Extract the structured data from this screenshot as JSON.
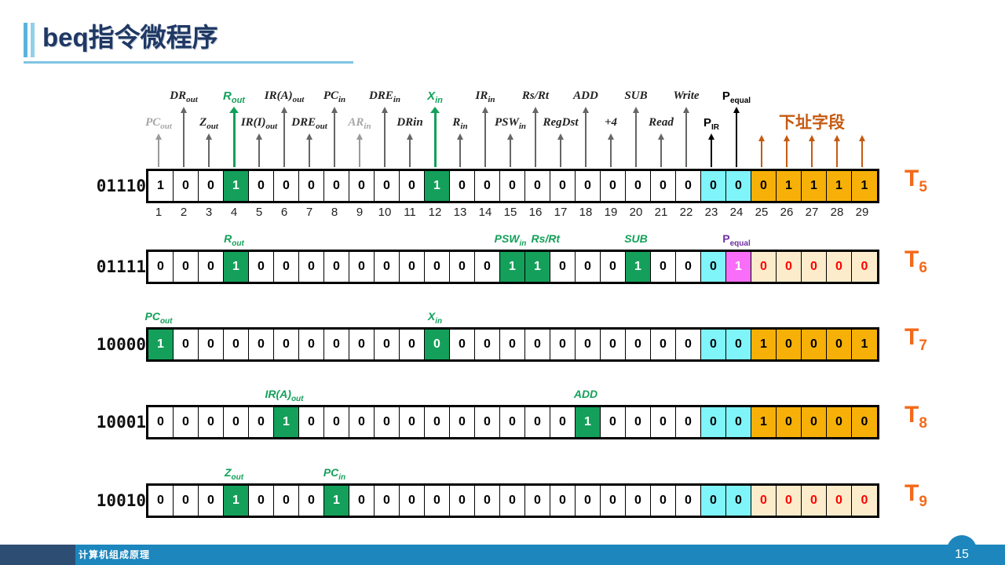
{
  "slide": {
    "title": "beq指令微程序",
    "footer_text": "计算机组成原理",
    "page_number": "15",
    "next_address_field_label": "下址字段"
  },
  "colors": {
    "title": "#1f3864",
    "accent_blue": "#5bb3dd",
    "green": "#14a05a",
    "orange_cell": "#f7b007",
    "cream_cell": "#fdeccb",
    "cyan_cell": "#7ff4f9",
    "magenta_cell": "#f86ef8",
    "t_label": "#f4691a",
    "next_addr": "#c55a11",
    "footer_bar": "#1c86bd",
    "footer_dark": "#2e4d73"
  },
  "header": {
    "top_labels": [
      {
        "text": "DR",
        "sub": "out",
        "col": 2,
        "style": "normal"
      },
      {
        "text": "R",
        "sub": "out",
        "col": 4,
        "style": "green"
      },
      {
        "text": "IR(A)",
        "sub": "out",
        "col": 6,
        "style": "normal"
      },
      {
        "text": "PC",
        "sub": "in",
        "col": 8,
        "style": "normal"
      },
      {
        "text": "DRE",
        "sub": "in",
        "col": 10,
        "style": "normal"
      },
      {
        "text": "X",
        "sub": "in",
        "col": 12,
        "style": "green"
      },
      {
        "text": "IR",
        "sub": "in",
        "col": 14,
        "style": "normal"
      },
      {
        "text": "Rs/Rt",
        "sub": "",
        "col": 16,
        "style": "normal"
      },
      {
        "text": "ADD",
        "sub": "",
        "col": 18,
        "style": "normal"
      },
      {
        "text": "SUB",
        "sub": "",
        "col": 20,
        "style": "normal"
      },
      {
        "text": "Write",
        "sub": "",
        "col": 22,
        "style": "normal"
      },
      {
        "text": "P",
        "sub": "equal",
        "col": 24,
        "style": "black-sans"
      }
    ],
    "bottom_labels": [
      {
        "text": "PC",
        "sub": "out",
        "col": 1,
        "style": "gray"
      },
      {
        "text": "Z",
        "sub": "out",
        "col": 3,
        "style": "normal"
      },
      {
        "text": "IR(I)",
        "sub": "out",
        "col": 5,
        "style": "normal"
      },
      {
        "text": "DRE",
        "sub": "out",
        "col": 7,
        "style": "normal"
      },
      {
        "text": "AR",
        "sub": "in",
        "col": 9,
        "style": "gray"
      },
      {
        "text": "DRin",
        "sub": "",
        "col": 11,
        "style": "normal"
      },
      {
        "text": "R",
        "sub": "in",
        "col": 13,
        "style": "normal"
      },
      {
        "text": "PSW",
        "sub": "in",
        "col": 15,
        "style": "normal"
      },
      {
        "text": "RegDst",
        "sub": "",
        "col": 17,
        "style": "normal"
      },
      {
        "text": "+4",
        "sub": "",
        "col": 19,
        "style": "normal"
      },
      {
        "text": "Read",
        "sub": "",
        "col": 21,
        "style": "normal"
      },
      {
        "text": "P",
        "sub": "IR",
        "col": 23,
        "style": "black-sans"
      }
    ],
    "next_addr_columns": [
      25,
      26,
      27,
      28,
      29
    ]
  },
  "index_row": [
    "1",
    "2",
    "3",
    "4",
    "5",
    "6",
    "7",
    "8",
    "9",
    "10",
    "11",
    "12",
    "13",
    "14",
    "15",
    "16",
    "17",
    "18",
    "19",
    "20",
    "21",
    "22",
    "23",
    "24",
    "25",
    "26",
    "27",
    "28",
    "29"
  ],
  "rows": [
    {
      "address": "01110",
      "t_label": "T",
      "t_sub": "5",
      "show_index_row": true,
      "signal_labels": [],
      "cells": [
        {
          "v": "1",
          "c": "white"
        },
        {
          "v": "0",
          "c": "white"
        },
        {
          "v": "0",
          "c": "white"
        },
        {
          "v": "1",
          "c": "green"
        },
        {
          "v": "0",
          "c": "white"
        },
        {
          "v": "0",
          "c": "white"
        },
        {
          "v": "0",
          "c": "white"
        },
        {
          "v": "0",
          "c": "white"
        },
        {
          "v": "0",
          "c": "white"
        },
        {
          "v": "0",
          "c": "white"
        },
        {
          "v": "0",
          "c": "white"
        },
        {
          "v": "1",
          "c": "green"
        },
        {
          "v": "0",
          "c": "white"
        },
        {
          "v": "0",
          "c": "white"
        },
        {
          "v": "0",
          "c": "white"
        },
        {
          "v": "0",
          "c": "white"
        },
        {
          "v": "0",
          "c": "white"
        },
        {
          "v": "0",
          "c": "white"
        },
        {
          "v": "0",
          "c": "white"
        },
        {
          "v": "0",
          "c": "white"
        },
        {
          "v": "0",
          "c": "white"
        },
        {
          "v": "0",
          "c": "white"
        },
        {
          "v": "0",
          "c": "cyan"
        },
        {
          "v": "0",
          "c": "cyan"
        },
        {
          "v": "0",
          "c": "orange"
        },
        {
          "v": "1",
          "c": "orange"
        },
        {
          "v": "1",
          "c": "orange"
        },
        {
          "v": "1",
          "c": "orange"
        },
        {
          "v": "1",
          "c": "orange"
        }
      ]
    },
    {
      "address": "01111",
      "t_label": "T",
      "t_sub": "6",
      "show_index_row": false,
      "signal_labels": [
        {
          "text": "R",
          "sub": "out",
          "col": 4,
          "style": "green"
        },
        {
          "text": "PSW",
          "sub": "in",
          "col": 15,
          "style": "green"
        },
        {
          "text": "Rs/Rt",
          "sub": "",
          "col": 16.4,
          "style": "green"
        },
        {
          "text": "SUB",
          "sub": "",
          "col": 20,
          "style": "green"
        },
        {
          "text": "P",
          "sub": "equal",
          "col": 24,
          "style": "purple"
        }
      ],
      "cells": [
        {
          "v": "0",
          "c": "white"
        },
        {
          "v": "0",
          "c": "white"
        },
        {
          "v": "0",
          "c": "white"
        },
        {
          "v": "1",
          "c": "green"
        },
        {
          "v": "0",
          "c": "white"
        },
        {
          "v": "0",
          "c": "white"
        },
        {
          "v": "0",
          "c": "white"
        },
        {
          "v": "0",
          "c": "white"
        },
        {
          "v": "0",
          "c": "white"
        },
        {
          "v": "0",
          "c": "white"
        },
        {
          "v": "0",
          "c": "white"
        },
        {
          "v": "0",
          "c": "white"
        },
        {
          "v": "0",
          "c": "white"
        },
        {
          "v": "0",
          "c": "white"
        },
        {
          "v": "1",
          "c": "green"
        },
        {
          "v": "1",
          "c": "green"
        },
        {
          "v": "0",
          "c": "white"
        },
        {
          "v": "0",
          "c": "white"
        },
        {
          "v": "0",
          "c": "white"
        },
        {
          "v": "1",
          "c": "green"
        },
        {
          "v": "0",
          "c": "white"
        },
        {
          "v": "0",
          "c": "white"
        },
        {
          "v": "0",
          "c": "cyan"
        },
        {
          "v": "1",
          "c": "magenta"
        },
        {
          "v": "0",
          "c": "cream"
        },
        {
          "v": "0",
          "c": "cream"
        },
        {
          "v": "0",
          "c": "cream"
        },
        {
          "v": "0",
          "c": "cream"
        },
        {
          "v": "0",
          "c": "cream"
        }
      ]
    },
    {
      "address": "10000",
      "t_label": "T",
      "t_sub": "7",
      "show_index_row": false,
      "signal_labels": [
        {
          "text": "PC",
          "sub": "out",
          "col": 1,
          "style": "green"
        },
        {
          "text": "X",
          "sub": "in",
          "col": 12,
          "style": "green"
        }
      ],
      "cells": [
        {
          "v": "1",
          "c": "green"
        },
        {
          "v": "0",
          "c": "white"
        },
        {
          "v": "0",
          "c": "white"
        },
        {
          "v": "0",
          "c": "white"
        },
        {
          "v": "0",
          "c": "white"
        },
        {
          "v": "0",
          "c": "white"
        },
        {
          "v": "0",
          "c": "white"
        },
        {
          "v": "0",
          "c": "white"
        },
        {
          "v": "0",
          "c": "white"
        },
        {
          "v": "0",
          "c": "white"
        },
        {
          "v": "0",
          "c": "white"
        },
        {
          "v": "0",
          "c": "green"
        },
        {
          "v": "0",
          "c": "white"
        },
        {
          "v": "0",
          "c": "white"
        },
        {
          "v": "0",
          "c": "white"
        },
        {
          "v": "0",
          "c": "white"
        },
        {
          "v": "0",
          "c": "white"
        },
        {
          "v": "0",
          "c": "white"
        },
        {
          "v": "0",
          "c": "white"
        },
        {
          "v": "0",
          "c": "white"
        },
        {
          "v": "0",
          "c": "white"
        },
        {
          "v": "0",
          "c": "white"
        },
        {
          "v": "0",
          "c": "cyan"
        },
        {
          "v": "0",
          "c": "cyan"
        },
        {
          "v": "1",
          "c": "orange"
        },
        {
          "v": "0",
          "c": "orange"
        },
        {
          "v": "0",
          "c": "orange"
        },
        {
          "v": "0",
          "c": "orange"
        },
        {
          "v": "1",
          "c": "orange"
        }
      ]
    },
    {
      "address": "10001",
      "t_label": "T",
      "t_sub": "8",
      "show_index_row": false,
      "signal_labels": [
        {
          "text": "IR(A)",
          "sub": "out",
          "col": 6,
          "style": "green"
        },
        {
          "text": "ADD",
          "sub": "",
          "col": 18,
          "style": "green"
        }
      ],
      "cells": [
        {
          "v": "0",
          "c": "white"
        },
        {
          "v": "0",
          "c": "white"
        },
        {
          "v": "0",
          "c": "white"
        },
        {
          "v": "0",
          "c": "white"
        },
        {
          "v": "0",
          "c": "white"
        },
        {
          "v": "1",
          "c": "green"
        },
        {
          "v": "0",
          "c": "white"
        },
        {
          "v": "0",
          "c": "white"
        },
        {
          "v": "0",
          "c": "white"
        },
        {
          "v": "0",
          "c": "white"
        },
        {
          "v": "0",
          "c": "white"
        },
        {
          "v": "0",
          "c": "white"
        },
        {
          "v": "0",
          "c": "white"
        },
        {
          "v": "0",
          "c": "white"
        },
        {
          "v": "0",
          "c": "white"
        },
        {
          "v": "0",
          "c": "white"
        },
        {
          "v": "0",
          "c": "white"
        },
        {
          "v": "1",
          "c": "green"
        },
        {
          "v": "0",
          "c": "white"
        },
        {
          "v": "0",
          "c": "white"
        },
        {
          "v": "0",
          "c": "white"
        },
        {
          "v": "0",
          "c": "white"
        },
        {
          "v": "0",
          "c": "cyan"
        },
        {
          "v": "0",
          "c": "cyan"
        },
        {
          "v": "1",
          "c": "orange"
        },
        {
          "v": "0",
          "c": "orange"
        },
        {
          "v": "0",
          "c": "orange"
        },
        {
          "v": "0",
          "c": "orange"
        },
        {
          "v": "0",
          "c": "orange"
        }
      ]
    },
    {
      "address": "10010",
      "t_label": "T",
      "t_sub": "9",
      "show_index_row": false,
      "signal_labels": [
        {
          "text": "Z",
          "sub": "out",
          "col": 4,
          "style": "green"
        },
        {
          "text": "PC",
          "sub": "in",
          "col": 8,
          "style": "green"
        }
      ],
      "cells": [
        {
          "v": "0",
          "c": "white"
        },
        {
          "v": "0",
          "c": "white"
        },
        {
          "v": "0",
          "c": "white"
        },
        {
          "v": "1",
          "c": "green"
        },
        {
          "v": "0",
          "c": "white"
        },
        {
          "v": "0",
          "c": "white"
        },
        {
          "v": "0",
          "c": "white"
        },
        {
          "v": "1",
          "c": "green"
        },
        {
          "v": "0",
          "c": "white"
        },
        {
          "v": "0",
          "c": "white"
        },
        {
          "v": "0",
          "c": "white"
        },
        {
          "v": "0",
          "c": "white"
        },
        {
          "v": "0",
          "c": "white"
        },
        {
          "v": "0",
          "c": "white"
        },
        {
          "v": "0",
          "c": "white"
        },
        {
          "v": "0",
          "c": "white"
        },
        {
          "v": "0",
          "c": "white"
        },
        {
          "v": "0",
          "c": "white"
        },
        {
          "v": "0",
          "c": "white"
        },
        {
          "v": "0",
          "c": "white"
        },
        {
          "v": "0",
          "c": "white"
        },
        {
          "v": "0",
          "c": "white"
        },
        {
          "v": "0",
          "c": "cyan"
        },
        {
          "v": "0",
          "c": "cyan"
        },
        {
          "v": "0",
          "c": "cream"
        },
        {
          "v": "0",
          "c": "cream"
        },
        {
          "v": "0",
          "c": "cream"
        },
        {
          "v": "0",
          "c": "cream"
        },
        {
          "v": "0",
          "c": "cream"
        }
      ]
    }
  ]
}
